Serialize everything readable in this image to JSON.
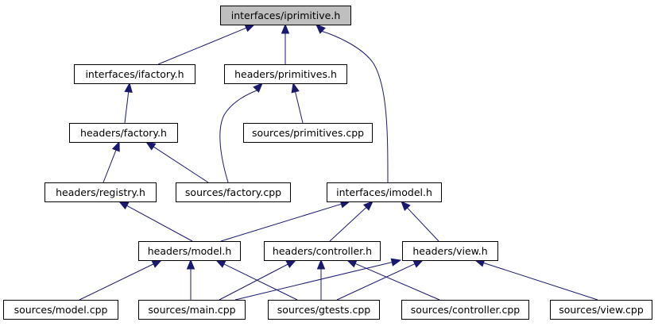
{
  "colors": {
    "edge": "#191970",
    "node_fill": "#ffffff",
    "root_fill": "#bfbfbf",
    "border": "#000000"
  },
  "nodes": [
    {
      "id": "iprimitive",
      "label": "interfaces/iprimitive.h",
      "root": true
    },
    {
      "id": "ifactory",
      "label": "interfaces/ifactory.h"
    },
    {
      "id": "primitives_h",
      "label": "headers/primitives.h"
    },
    {
      "id": "primitives_cpp",
      "label": "sources/primitives.cpp"
    },
    {
      "id": "factory_h",
      "label": "headers/factory.h"
    },
    {
      "id": "registry_h",
      "label": "headers/registry.h"
    },
    {
      "id": "factory_cpp",
      "label": "sources/factory.cpp"
    },
    {
      "id": "imodel",
      "label": "interfaces/imodel.h"
    },
    {
      "id": "model_h",
      "label": "headers/model.h"
    },
    {
      "id": "controller_h",
      "label": "headers/controller.h"
    },
    {
      "id": "view_h",
      "label": "headers/view.h"
    },
    {
      "id": "model_cpp",
      "label": "sources/model.cpp"
    },
    {
      "id": "main_cpp",
      "label": "sources/main.cpp"
    },
    {
      "id": "gtests_cpp",
      "label": "sources/gtests.cpp"
    },
    {
      "id": "controller_cpp",
      "label": "sources/controller.cpp"
    },
    {
      "id": "view_cpp",
      "label": "sources/view.cpp"
    }
  ],
  "edges": [
    {
      "from": "ifactory",
      "to": "iprimitive"
    },
    {
      "from": "primitives_h",
      "to": "iprimitive"
    },
    {
      "from": "imodel",
      "to": "iprimitive"
    },
    {
      "from": "factory_h",
      "to": "ifactory"
    },
    {
      "from": "factory_cpp",
      "to": "primitives_h"
    },
    {
      "from": "primitives_cpp",
      "to": "primitives_h"
    },
    {
      "from": "registry_h",
      "to": "factory_h"
    },
    {
      "from": "factory_cpp",
      "to": "factory_h"
    },
    {
      "from": "model_h",
      "to": "registry_h"
    },
    {
      "from": "model_h",
      "to": "imodel"
    },
    {
      "from": "controller_h",
      "to": "imodel"
    },
    {
      "from": "view_h",
      "to": "imodel"
    },
    {
      "from": "model_cpp",
      "to": "model_h"
    },
    {
      "from": "main_cpp",
      "to": "model_h"
    },
    {
      "from": "gtests_cpp",
      "to": "model_h"
    },
    {
      "from": "main_cpp",
      "to": "controller_h"
    },
    {
      "from": "gtests_cpp",
      "to": "controller_h"
    },
    {
      "from": "controller_cpp",
      "to": "controller_h"
    },
    {
      "from": "main_cpp",
      "to": "view_h"
    },
    {
      "from": "gtests_cpp",
      "to": "view_h"
    },
    {
      "from": "view_cpp",
      "to": "view_h"
    }
  ]
}
